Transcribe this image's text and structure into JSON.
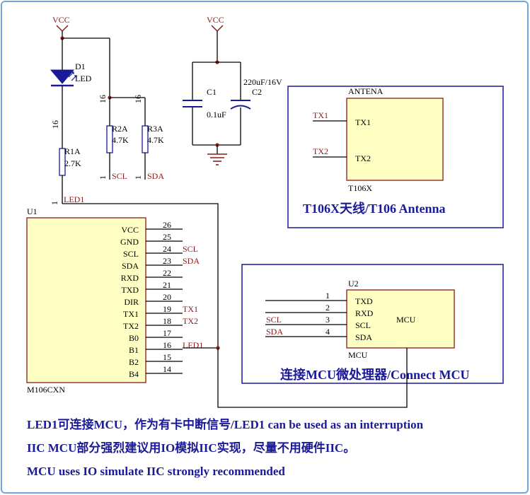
{
  "power": {
    "vcc": "VCC"
  },
  "diode": {
    "ref": "D1",
    "value": "LED"
  },
  "resistors": {
    "r1": {
      "ref": "R1A",
      "value": "2.7K",
      "pin_top": "16",
      "pin_bottom": "1"
    },
    "r2": {
      "ref": "R2A",
      "value": "4.7K",
      "pin_top": "16",
      "pin_bottom": "1"
    },
    "r3": {
      "ref": "R3A",
      "value": "4.7K",
      "pin_top": "16",
      "pin_bottom": "1"
    }
  },
  "capacitors": {
    "c1": {
      "ref": "C1",
      "value": "0.1uF"
    },
    "c2": {
      "ref": "C2",
      "value": "220uF/16V"
    }
  },
  "nets": {
    "scl": "SCL",
    "sda": "SDA",
    "led1": "LED1",
    "tx1": "TX1",
    "tx2": "TX2"
  },
  "antenna": {
    "title": "ANTENA",
    "part": "T106X",
    "pins": [
      "TX1",
      "TX2"
    ],
    "caption": "T106X天线/T106 Antenna"
  },
  "u1": {
    "ref": "U1",
    "part": "M106CXN",
    "pins": [
      {
        "name": "VCC",
        "num": "26",
        "net": ""
      },
      {
        "name": "GND",
        "num": "25",
        "net": ""
      },
      {
        "name": "SCL",
        "num": "24",
        "net": "SCL"
      },
      {
        "name": "SDA",
        "num": "23",
        "net": "SDA"
      },
      {
        "name": "RXD",
        "num": "22",
        "net": ""
      },
      {
        "name": "TXD",
        "num": "21",
        "net": ""
      },
      {
        "name": "DIR",
        "num": "20",
        "net": ""
      },
      {
        "name": "TX1",
        "num": "19",
        "net": "TX1"
      },
      {
        "name": "TX2",
        "num": "18",
        "net": "TX2"
      },
      {
        "name": "B0",
        "num": "17",
        "net": ""
      },
      {
        "name": "B1",
        "num": "16",
        "net": "LED1"
      },
      {
        "name": "B2",
        "num": "15",
        "net": ""
      },
      {
        "name": "B4",
        "num": "14",
        "net": ""
      }
    ]
  },
  "u2": {
    "ref": "U2",
    "part": "MCU",
    "center": "MCU",
    "pins": [
      {
        "name": "TXD",
        "num": "1",
        "net": ""
      },
      {
        "name": "RXD",
        "num": "2",
        "net": ""
      },
      {
        "name": "SCL",
        "num": "3",
        "net": "SCL"
      },
      {
        "name": "SDA",
        "num": "4",
        "net": "SDA"
      }
    ],
    "caption": "连接MCU微处理器/Connect MCU"
  },
  "notes": [
    "LED1可连接MCU，作为有卡中断信号/LED1 can be used as an interruption",
    "IIC MCU部分强烈建议用IO模拟IIC实现，尽量不用硬件IIC。",
    "MCU uses IO simulate IIC  strongly recommended"
  ]
}
